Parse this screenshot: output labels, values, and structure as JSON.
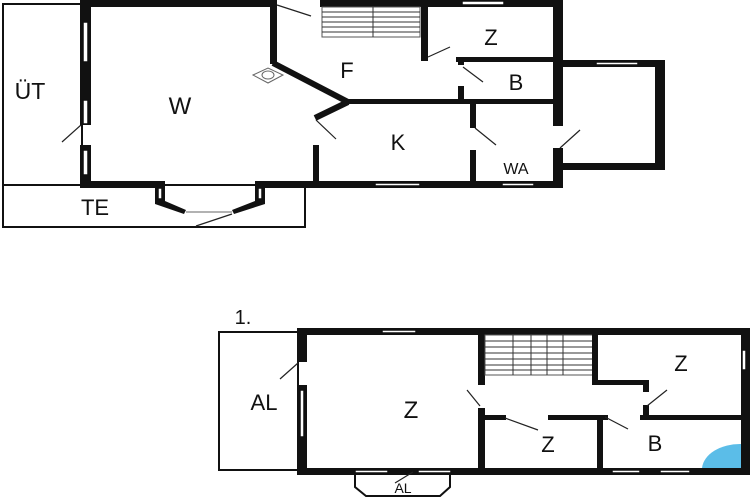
{
  "ground_floor": {
    "rooms": {
      "ut": "ÜT",
      "w": "W",
      "f": "F",
      "z": "Z",
      "b": "B",
      "k": "K",
      "wa": "WA",
      "te": "TE"
    }
  },
  "upper_floor": {
    "level_label": "1.",
    "rooms": {
      "al_left": "AL",
      "z_main": "Z",
      "z_small": "Z",
      "z_right": "Z",
      "b": "B",
      "al_bay": "AL"
    }
  },
  "colors": {
    "wall": "#111111",
    "shower": "#5bbde8"
  }
}
